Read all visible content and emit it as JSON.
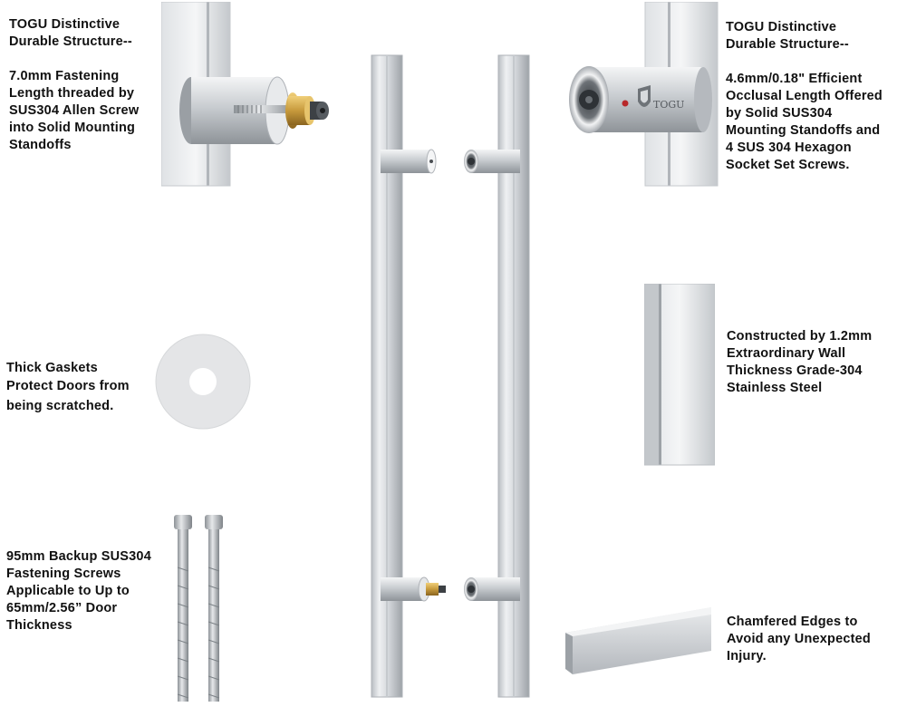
{
  "callouts": {
    "top_left": {
      "heading_1": "TOGU Distinctive",
      "heading_2": "Durable Structure--",
      "lines": [
        "7.0mm Fastening",
        "Length threaded by",
        "SUS304 Allen Screw",
        "into Solid Mounting",
        "Standoffs"
      ]
    },
    "top_right": {
      "heading_1": "TOGU Distinctive",
      "heading_2": "Durable Structure--",
      "lines": [
        "4.6mm/0.18\" Efficient",
        "Occlusal Length Offered",
        "by Solid SUS304",
        "Mounting Standoffs and",
        "4 SUS 304 Hexagon",
        "Socket Set Screws."
      ]
    },
    "mid_left": {
      "lines": [
        "Thick Gaskets",
        "Protect Doors from",
        "being scratched."
      ]
    },
    "mid_right": {
      "lines": [
        "Constructed by 1.2mm",
        "Extraordinary Wall",
        "Thickness Grade-304",
        "Stainless Steel"
      ]
    },
    "bottom_left": {
      "lines": [
        "95mm Backup SUS304",
        "Fastening Screws",
        "Applicable to Up to",
        "65mm/2.56” Door",
        "Thickness"
      ]
    },
    "bottom_right": {
      "lines": [
        "Chamfered Edges to",
        "Avoid any Unexpected",
        "Injury."
      ]
    }
  },
  "brand_mark": "TOGU",
  "colors": {
    "steel_light": "#eceef0",
    "steel_mid": "#c9ccd0",
    "steel_dark": "#8f9499",
    "brass": "#c79a3c",
    "text": "#111111"
  },
  "icons": [
    "standoff-closeup",
    "standoff-endcap-closeup",
    "gasket-washer",
    "backup-screws",
    "tube-wall-closeup",
    "chamfered-edge-closeup",
    "pull-handle-pair"
  ]
}
